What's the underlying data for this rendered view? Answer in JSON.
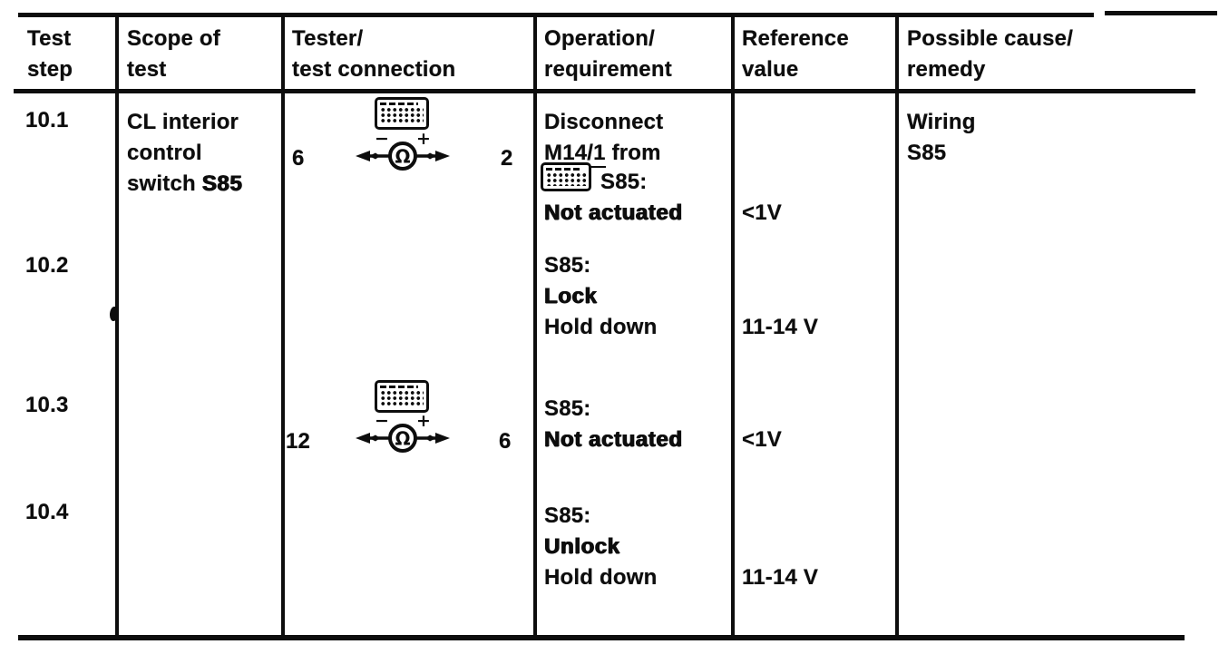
{
  "header": {
    "col1": [
      "Test",
      "step"
    ],
    "col2": [
      "Scope of",
      "test"
    ],
    "col3": [
      "Tester/",
      "test connection"
    ],
    "col4": [
      "Operation/",
      "requirement"
    ],
    "col5": [
      "Reference",
      "value"
    ],
    "col6": [
      "Possible cause/",
      "remedy"
    ]
  },
  "rows": {
    "r1": {
      "step": "10.1",
      "scope_line1": "CL interior",
      "scope_line2": "control",
      "scope_line3a": "switch",
      "scope_line3b": "S85",
      "tester": {
        "pin_left": "6",
        "pin_right": "2",
        "meter": "Ω",
        "polarity_minus": "−",
        "polarity_plus": "+"
      },
      "op_line1": "Disconnect",
      "op_line2a": "M14/1",
      "op_line2b": "from",
      "op_line3": "S85:",
      "op_line4": "Not actuated",
      "reference": "<1V",
      "cause_line1": "Wiring",
      "cause_line2": "S85"
    },
    "r2": {
      "step": "10.2",
      "op_line1": "S85:",
      "op_line2": "Lock",
      "op_line3": "Hold down",
      "reference": "11-14 V"
    },
    "r3": {
      "step": "10.3",
      "tester": {
        "pin_left": "12",
        "pin_right": "6",
        "meter": "Ω",
        "polarity_minus": "−",
        "polarity_plus": "+"
      },
      "op_line1": "S85:",
      "op_line2": "Not actuated",
      "reference": "<1V"
    },
    "r4": {
      "step": "10.4",
      "op_line1": "S85:",
      "op_line2": "Unlock",
      "op_line3": "Hold down",
      "reference": "11-14 V"
    }
  },
  "icons": {
    "keypad": "keypad-icon",
    "ohmmeter": "ohmmeter-icon"
  },
  "colors": {
    "ink": "#0d0d0d",
    "paper": "#ffffff"
  }
}
